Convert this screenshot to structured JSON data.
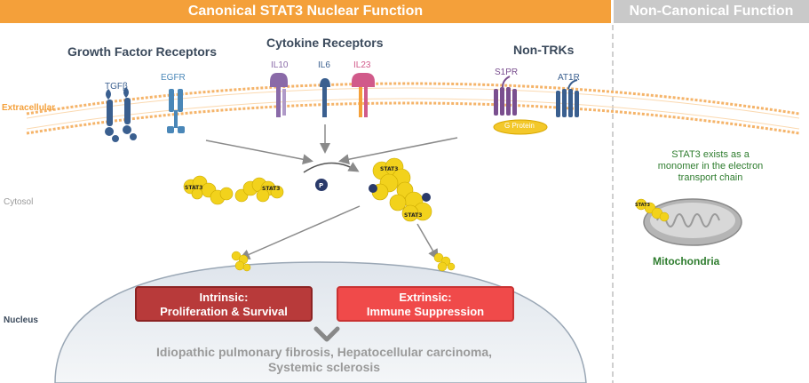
{
  "banner": {
    "canonical": "Canonical STAT3 Nuclear Function",
    "non_canonical": "Non-Canonical Function"
  },
  "receptor_groups": {
    "growth_factor": "Growth Factor Receptors",
    "cytokine": "Cytokine Receptors",
    "non_trk": "Non-TRKs"
  },
  "receptors": {
    "tgfb": "TGFβ",
    "egfr": "EGFR",
    "il10": "IL10",
    "il6": "IL6",
    "il23": "IL23",
    "s1pr": "S1PR",
    "at1r": "AT1R",
    "g_protein": "G Protein"
  },
  "zones": {
    "extracellular": "Extracellular",
    "cytosol": "Cytosol",
    "nucleus": "Nucleus"
  },
  "molecules": {
    "stat3": "STAT3",
    "phosphate": "P"
  },
  "nucleus": {
    "intrinsic_line1": "Intrinsic:",
    "intrinsic_line2": "Proliferation & Survival",
    "extrinsic_line1": "Extrinsic:",
    "extrinsic_line2": "Immune Suppression",
    "diseases_line1": "Idiopathic pulmonary fibrosis, Hepatocellular carcinoma,",
    "diseases_line2": "Systemic sclerosis"
  },
  "mitochondria": {
    "note_line1": "STAT3 exists as a",
    "note_line2": "monomer in the electron",
    "note_line3": "transport chain",
    "label": "Mitochondria"
  },
  "colors": {
    "orange": "#f4a03a",
    "gray_banner": "#c9c9c9",
    "membrane": "#f5b46a",
    "stat3_yellow": "#f2d21c",
    "intrinsic_red": "#b83a3a",
    "extrinsic_red": "#f04a4a",
    "green": "#2f7d2f",
    "receptor_blue": "#3a5f8f",
    "il10_purple": "#8a6aa8",
    "il23_pink": "#d15a8a",
    "s1pr_purple": "#7a4f8f",
    "g_protein_yellow": "#f3c82a"
  }
}
